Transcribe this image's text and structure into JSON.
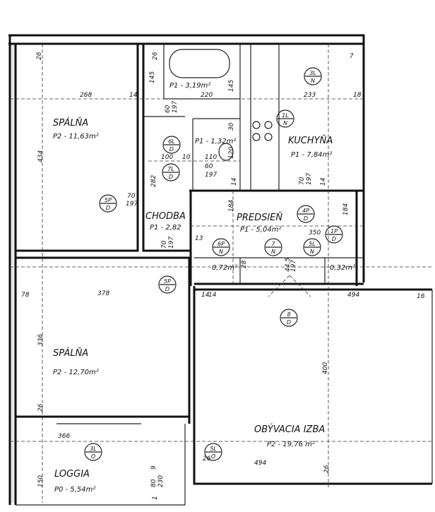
{
  "rooms": {
    "bedroom1": {
      "name": "SPÁLŇA",
      "area": "P2 - 11,63m²"
    },
    "bathroom": {
      "area": "P1 - 3,19m²"
    },
    "wc": {
      "area": "P1 - 1,32m²"
    },
    "corridor": {
      "name": "CHODBA",
      "area": "P1 - 2,82"
    },
    "kitchen": {
      "name": "KUCHYŇA",
      "area": "P1 - 7,84m²"
    },
    "hall": {
      "name": "PREDSIEŇ",
      "area": "P1 - 5,04m²"
    },
    "closet1": {
      "area": "0,72m²"
    },
    "closet2": {
      "area": "0,32m²"
    },
    "bedroom2": {
      "name": "SPÁLŇA",
      "area": "P2 - 12,70m²"
    },
    "living": {
      "name": "OBÝVACIA IZBA",
      "area": "P2 - 19,76 m²"
    },
    "loggia": {
      "name": "LOGGIA",
      "area": "P0 - 5,54m²"
    }
  },
  "door_tags": [
    {
      "top": "3L",
      "bottom": "N"
    },
    {
      "top": "1L",
      "bottom": "N"
    },
    {
      "top": "6L",
      "bottom": "D"
    },
    {
      "top": "7L",
      "bottom": "D"
    },
    {
      "top": "5P",
      "bottom": "D"
    },
    {
      "top": "4P",
      "bottom": "D"
    },
    {
      "top": "6P",
      "bottom": "N"
    },
    {
      "top": "7",
      "bottom": "N"
    },
    {
      "top": "5L",
      "bottom": "N"
    },
    {
      "top": "1P",
      "bottom": "D"
    },
    {
      "top": "5P",
      "bottom": "D"
    },
    {
      "top": "8",
      "bottom": "D"
    },
    {
      "top": "3L",
      "bottom": "O"
    },
    {
      "top": "5L",
      "bottom": "O"
    }
  ],
  "dimensions": [
    "26",
    "26",
    "145",
    "268",
    "14",
    "220",
    "145",
    "233",
    "18",
    "7",
    "60",
    "197",
    "30",
    "120",
    "100",
    "10",
    "110",
    "60",
    "197",
    "282",
    "70",
    "197",
    "70",
    "197",
    "434",
    "13",
    "14",
    "184",
    "184",
    "350",
    "14",
    "70",
    "197",
    "14",
    "28",
    "44.5",
    "197",
    "78",
    "378",
    "14",
    "494",
    "16",
    "336",
    "400",
    "26",
    "366",
    "9",
    "80",
    "230",
    "26",
    "494",
    "150",
    "26",
    "1"
  ]
}
